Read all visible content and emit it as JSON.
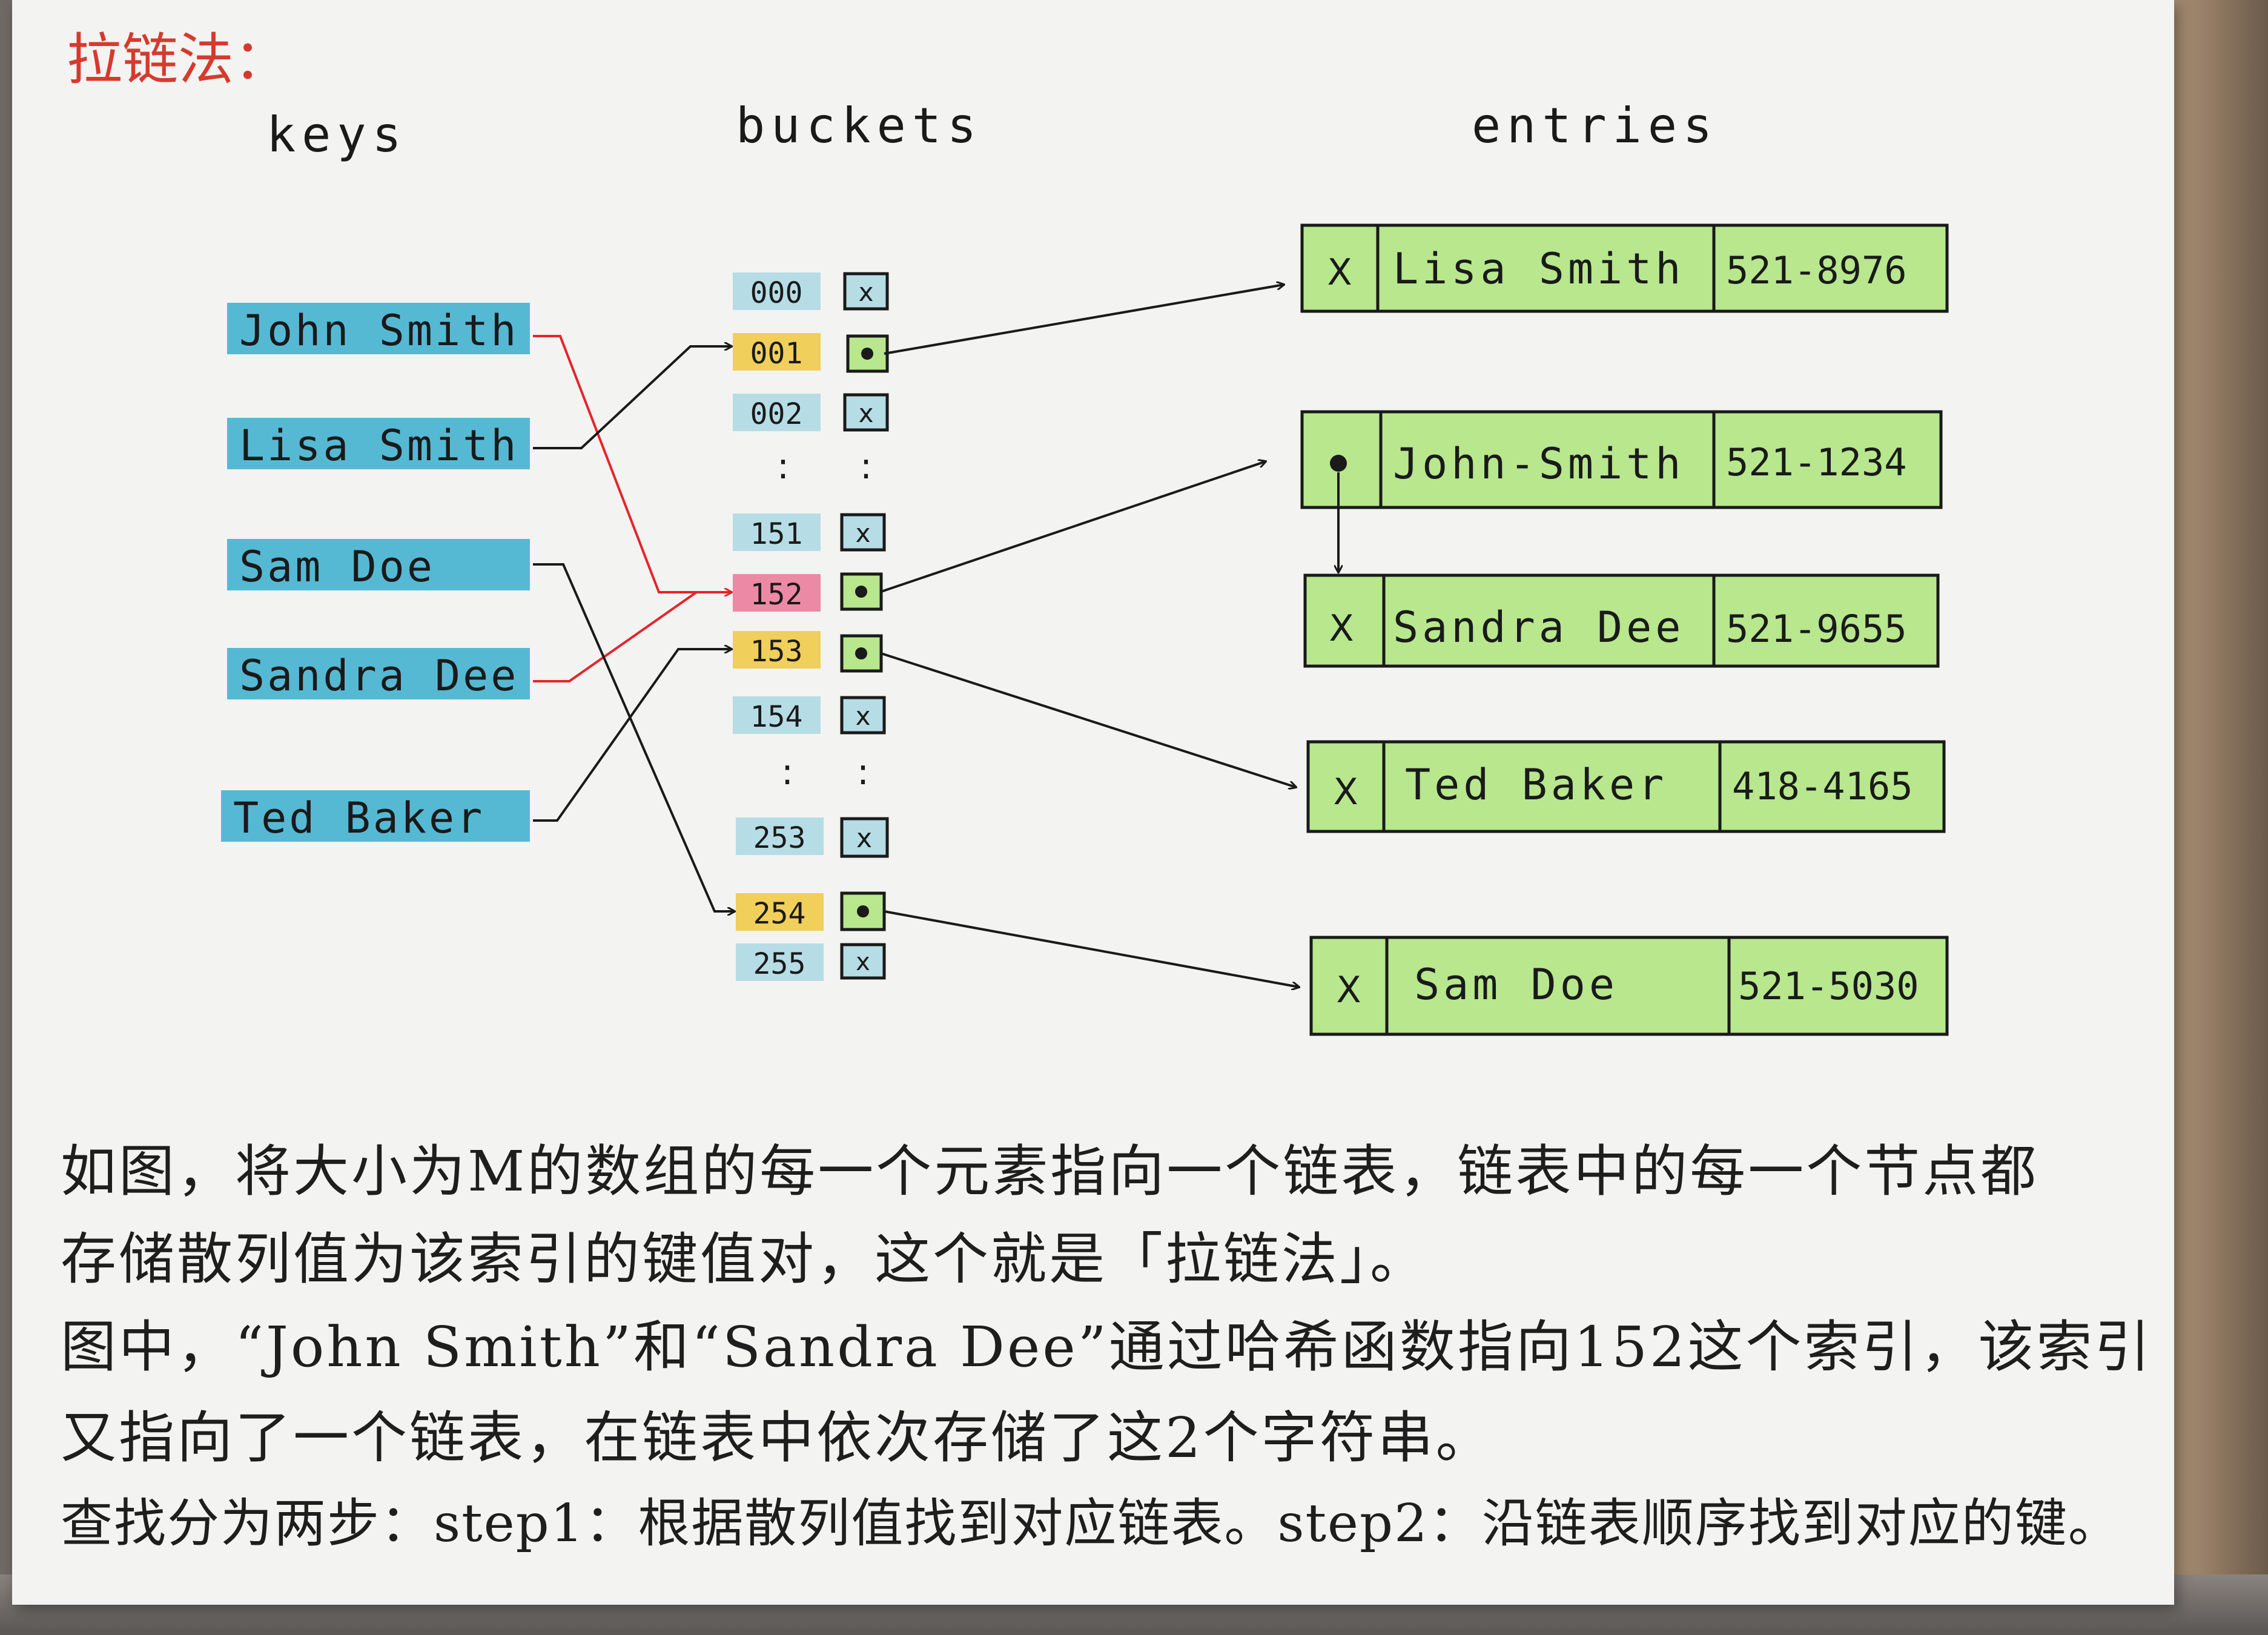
{
  "title": "拉链法：",
  "headers": {
    "keys": "keys",
    "buckets": "buckets",
    "entries": "entries"
  },
  "keys": [
    "John Smith",
    "Lisa Smith",
    "Sam Doe",
    "Sandra Dee",
    "Ted Baker"
  ],
  "buckets": [
    {
      "label": "000",
      "ptr": "x"
    },
    {
      "label": "001",
      "ptr": "dot"
    },
    {
      "label": "002",
      "ptr": "x"
    },
    {
      "label": ":",
      "ptr": ":"
    },
    {
      "label": "151",
      "ptr": "x"
    },
    {
      "label": "152",
      "ptr": "dot"
    },
    {
      "label": "153",
      "ptr": "dot"
    },
    {
      "label": "154",
      "ptr": "x"
    },
    {
      "label": ":",
      "ptr": ":"
    },
    {
      "label": "253",
      "ptr": "x"
    },
    {
      "label": "254",
      "ptr": "dot"
    },
    {
      "label": "255",
      "ptr": "x"
    }
  ],
  "entries": [
    {
      "ptr": "x",
      "name": "Lisa Smith",
      "phone": "521-8976"
    },
    {
      "ptr": "dot",
      "name": "John-Smith",
      "phone": "521-1234"
    },
    {
      "ptr": "x",
      "name": "Sandra Dee",
      "phone": "521-9655"
    },
    {
      "ptr": "x",
      "name": "Ted Baker",
      "phone": "418-4165"
    },
    {
      "ptr": "x",
      "name": "Sam Doe",
      "phone": "521-5030"
    }
  ],
  "notes": [
    "如图，将大小为M的数组的每一个元素指向一个链表，链表中的每一个节点都",
    "存储散列值为该索引的键值对，这个就是「拉链法」。",
    "图中，“John Smith”和“Sandra Dee”通过哈希函数指向152这个索引，该索引",
    "又指向了一个链表，在链表中依次存储了这2个字符串。",
    "查找分为两步：step1：根据散列值找到对应链表。step2：沿链表顺序找到对应的键。"
  ],
  "colors": {
    "key_highlight": "#56b9d4",
    "bucket_default": "#b6dde5",
    "bucket_yellow": "#f0cf5a",
    "bucket_pink": "#ec8aa6",
    "entry_fill": "#b8e78e",
    "title_red": "#d63a2f",
    "line_red": "#e4242b",
    "ink": "#1a1a1a"
  }
}
